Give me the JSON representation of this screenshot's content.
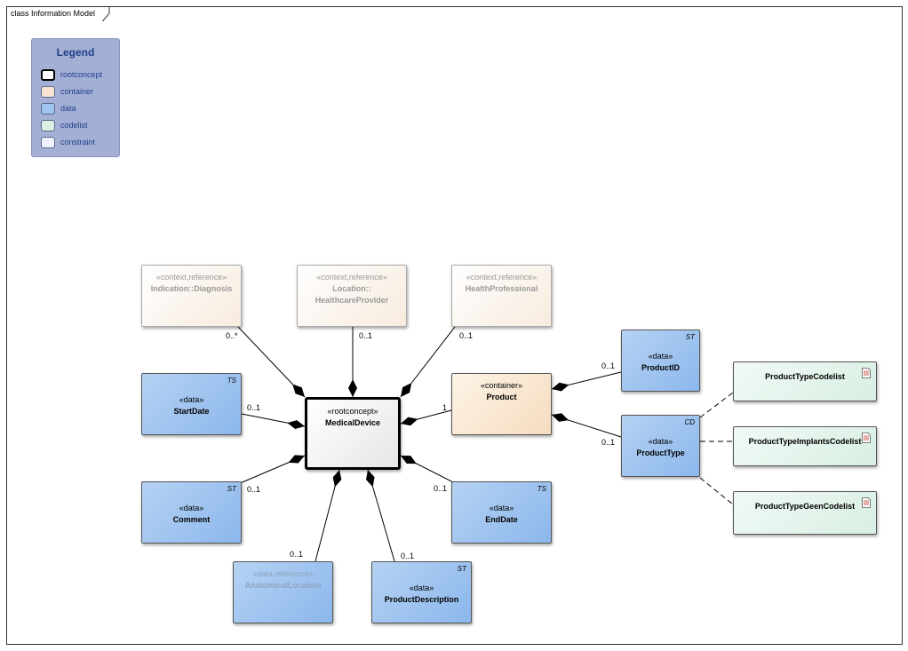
{
  "frame": {
    "label": "class Information Model"
  },
  "legend": {
    "title": "Legend",
    "items": [
      {
        "label": "rootconcept",
        "color": "#ffffff",
        "border": "#000000"
      },
      {
        "label": "container",
        "color": "#f7e3cf",
        "border": "#5b6a90"
      },
      {
        "label": "data",
        "color": "#9ec4ef",
        "border": "#5b6a90"
      },
      {
        "label": "codelist",
        "color": "#d9f1e3",
        "border": "#5b6a90"
      },
      {
        "label": "constraint",
        "color": "#eef1fb",
        "border": "#5b6a90"
      }
    ]
  },
  "nodes": {
    "indication": {
      "stereotype": "«context,reference»",
      "name": "Indication::Diagnosis"
    },
    "location": {
      "stereotype": "«context,reference»",
      "name": "Location::\nHealthcareProvider"
    },
    "health_professional": {
      "stereotype": "«context,reference»",
      "name": "HealthProfessional"
    },
    "start_date": {
      "stereotype": "«data»",
      "name": "StartDate",
      "tag": "TS"
    },
    "medical_device": {
      "stereotype": "«rootconcept»",
      "name": "MedicalDevice"
    },
    "product": {
      "stereotype": "«container»",
      "name": "Product"
    },
    "product_id": {
      "stereotype": "«data»",
      "name": "ProductID",
      "tag": "ST"
    },
    "product_type": {
      "stereotype": "«data»",
      "name": "ProductType",
      "tag": "CD"
    },
    "comment": {
      "stereotype": "«data»",
      "name": "Comment",
      "tag": "ST"
    },
    "end_date": {
      "stereotype": "«data»",
      "name": "EndDate",
      "tag": "TS"
    },
    "anatomical_location": {
      "stereotype": "«data,reference»",
      "name": "AnatomicalLocation"
    },
    "product_description": {
      "stereotype": "«data»",
      "name": "ProductDescription",
      "tag": "ST"
    },
    "codelist_type": {
      "name": "ProductTypeCodelist",
      "icon": "document-icon"
    },
    "codelist_implants": {
      "name": "ProductTypeImplantsCodelist",
      "icon": "document-icon"
    },
    "codelist_geen": {
      "name": "ProductTypeGeenCodelist",
      "icon": "document-icon"
    }
  },
  "multiplicities": {
    "indication": "0..*",
    "location": "0..1",
    "health_professional": "0..1",
    "start_date": "0..1",
    "product": "1",
    "product_id": "0..1",
    "product_type": "0..1",
    "comment": "0..1",
    "end_date": "0..1",
    "anatomical_location": "0..1",
    "product_description": "0..1"
  }
}
